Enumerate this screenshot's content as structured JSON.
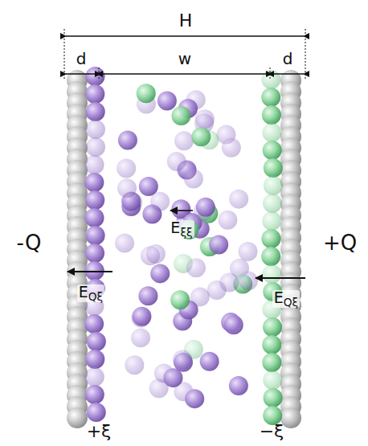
{
  "diagram": {
    "labels": [
      "H",
      "d",
      "w",
      "d",
      "-Q",
      "+Q",
      "Eξξ",
      "EQξ",
      "EQξ",
      "+ξ",
      "−ξ"
    ]
  }
}
